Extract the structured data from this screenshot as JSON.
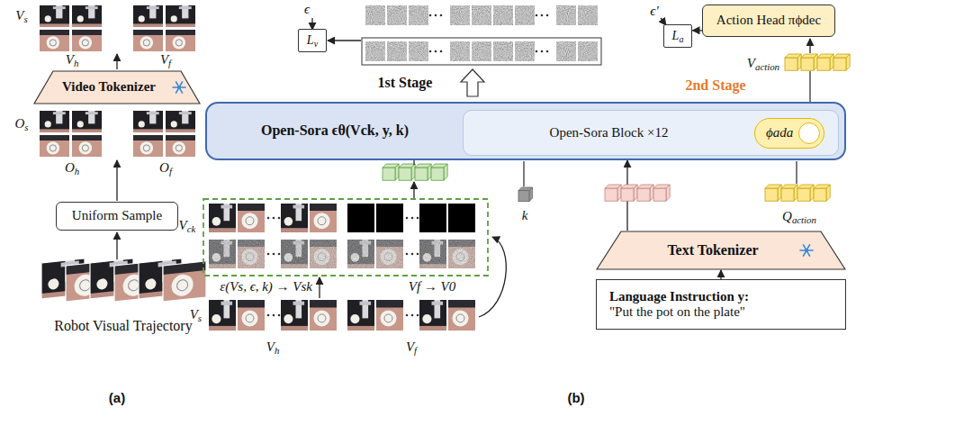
{
  "diagram": {
    "nodes": [
      {
        "text": [
          "Video Tokenizer"
        ]
      },
      {
        "text": [
          "Uniform Sample"
        ]
      },
      {
        "text": [
          "Lv"
        ]
      },
      {
        "text": [
          "Open-Sora ϵθ(Vck, y, k)"
        ]
      },
      {
        "text": [
          "Open-Sora Block ×12"
        ],
        "in": 3
      },
      {
        "text": [
          "ϕada"
        ],
        "in": 4
      },
      {
        "text": [
          "La"
        ]
      },
      {
        "text": [
          "Action Head πϕdec"
        ]
      },
      {
        "text": [
          "Text Tokenizer"
        ]
      },
      {
        "text": [
          "Language Instruction y:",
          "\"Put the pot on the plate\""
        ]
      }
    ],
    "edges": [
      {
        "from": 9,
        "to": 8,
        "arrow": "to"
      },
      {
        "from": 8,
        "to": 3,
        "arrow": "to"
      },
      {
        "from": 7,
        "to": 6,
        "arrow": "to"
      }
    ],
    "labels": [
      "Vs",
      "Vh",
      "Vf",
      "Os",
      "Oh",
      "Of",
      "Robot Visual Trajectory",
      "(a)",
      "ϵ",
      "1st Stage",
      "ϵ'",
      "Vaction",
      "2nd Stage",
      "Vck",
      "ε(Vs, ϵ, k) → Vsk",
      "Vf → V0",
      "Vs",
      "Vh",
      "Vf",
      "k",
      "Qaction",
      "(b)"
    ]
  }
}
